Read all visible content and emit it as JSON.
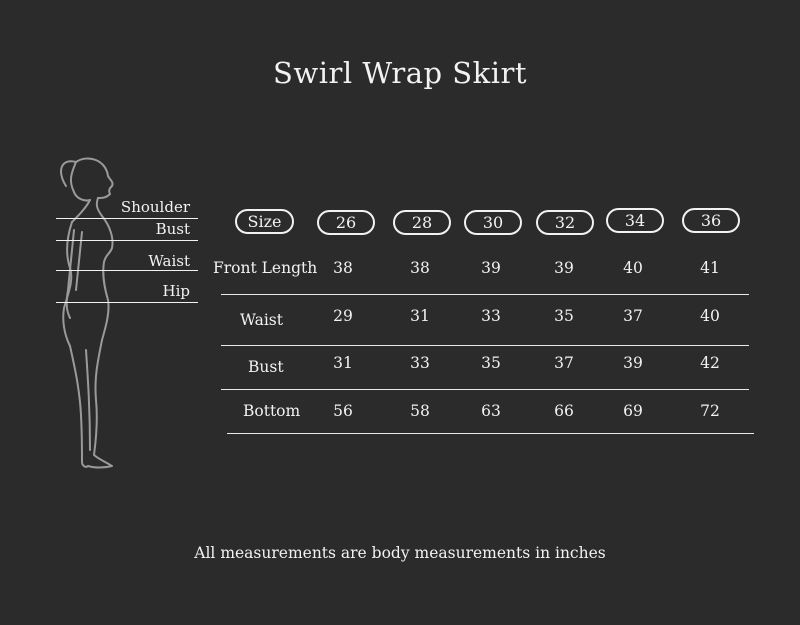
{
  "title": "Swirl Wrap Skirt",
  "figure": {
    "labels": [
      "Shoulder",
      "Bust",
      "Waist",
      "Hip"
    ]
  },
  "table": {
    "size_label": "Size",
    "sizes": [
      "26",
      "28",
      "30",
      "32",
      "34",
      "36"
    ],
    "rows": [
      {
        "label": "Front Length",
        "values": [
          "38",
          "38",
          "39",
          "39",
          "40",
          "41"
        ]
      },
      {
        "label": "Waist",
        "values": [
          "29",
          "31",
          "33",
          "35",
          "37",
          "40"
        ]
      },
      {
        "label": "Bust",
        "values": [
          "31",
          "33",
          "35",
          "37",
          "39",
          "42"
        ]
      },
      {
        "label": "Bottom",
        "values": [
          "56",
          "58",
          "63",
          "66",
          "69",
          "72"
        ]
      }
    ]
  },
  "footnote": "All measurements are body measurements in inches",
  "colors": {
    "background": "#2b2b2b",
    "foreground": "#f2f2f2",
    "figure_outline": "#9a9a9a"
  }
}
